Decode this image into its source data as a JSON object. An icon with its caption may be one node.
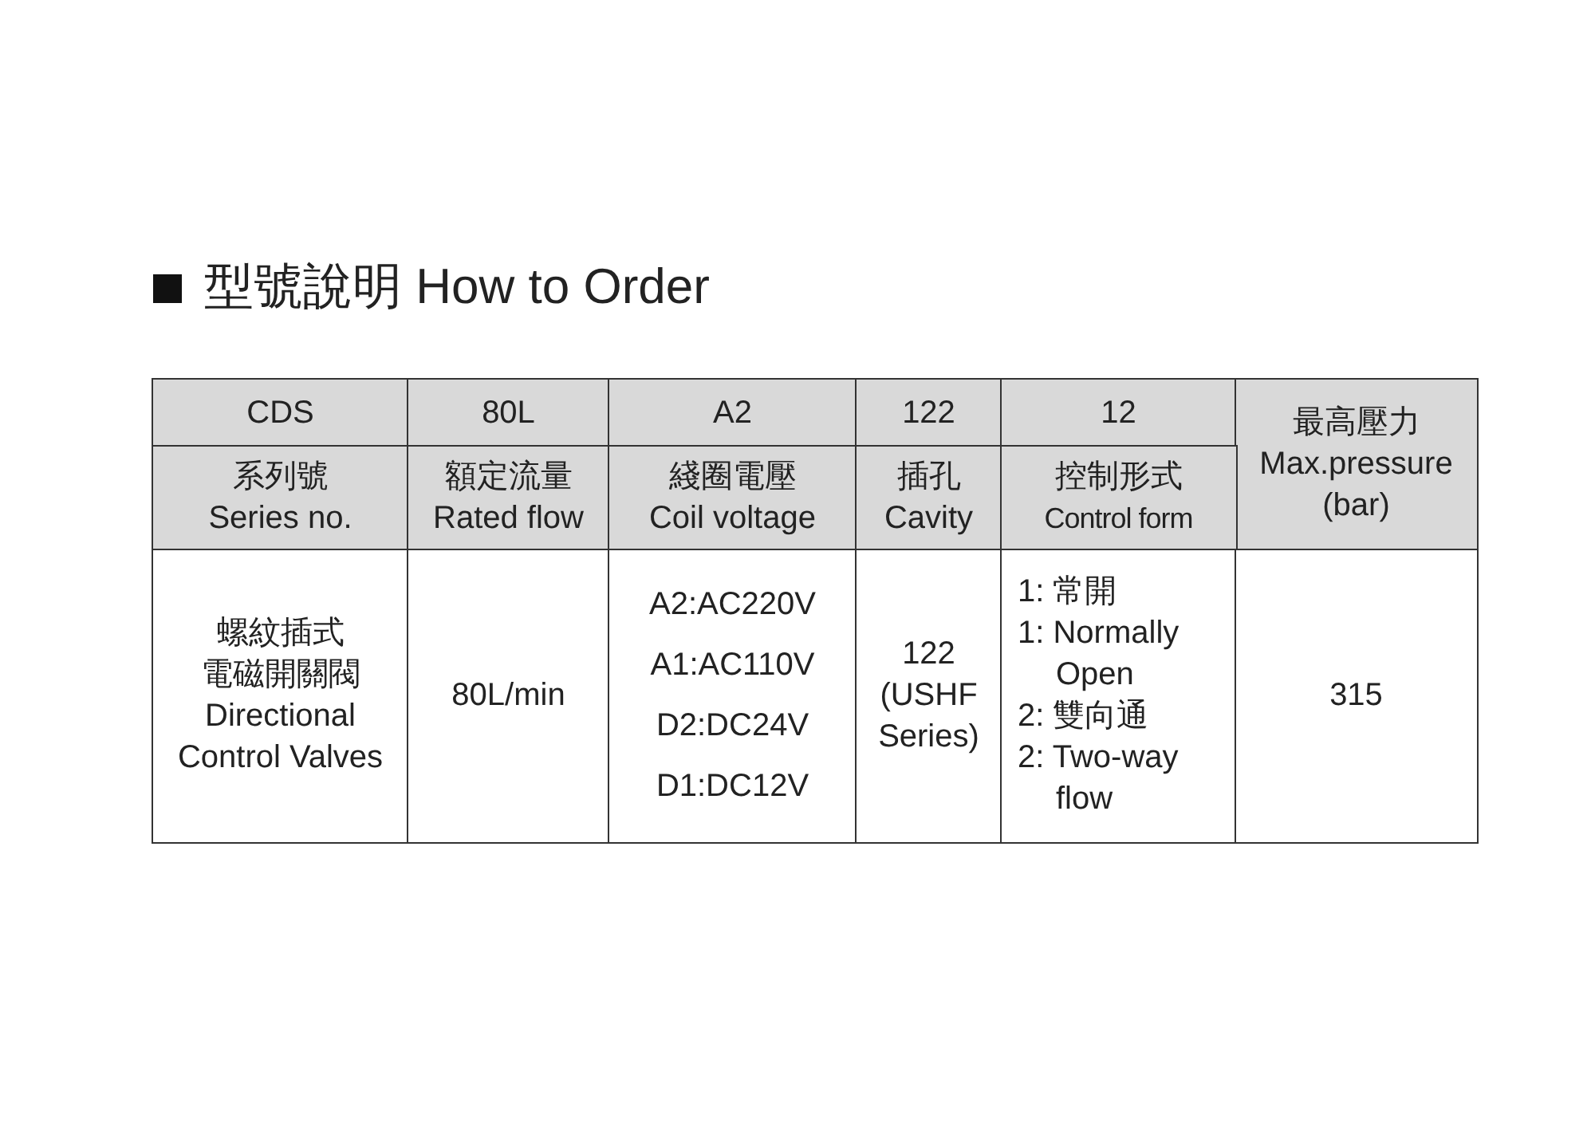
{
  "diagram": {
    "title": "型號說明 How to Order",
    "labels": [
      "CDS",
      "80L",
      "A2",
      "122",
      "12",
      "最高壓力",
      "Max.pressure",
      "(bar)",
      "系列號",
      "Series no.",
      "額定流量",
      "Rated flow",
      "綫圈電壓",
      "Coil voltage",
      "插孔",
      "Cavity",
      "控制形式",
      "Control form",
      "螺紋插式",
      "電磁開關閥",
      "Directional Control Valves",
      "80L/min",
      "A2:AC220V",
      "A1:AC110V",
      "D2:DC24V",
      "D1:DC12V",
      "122 (USHF Series)",
      "1: 常開",
      "1: Normally Open",
      "2: 雙向通",
      "2: Two-way flow",
      "315"
    ]
  }
}
